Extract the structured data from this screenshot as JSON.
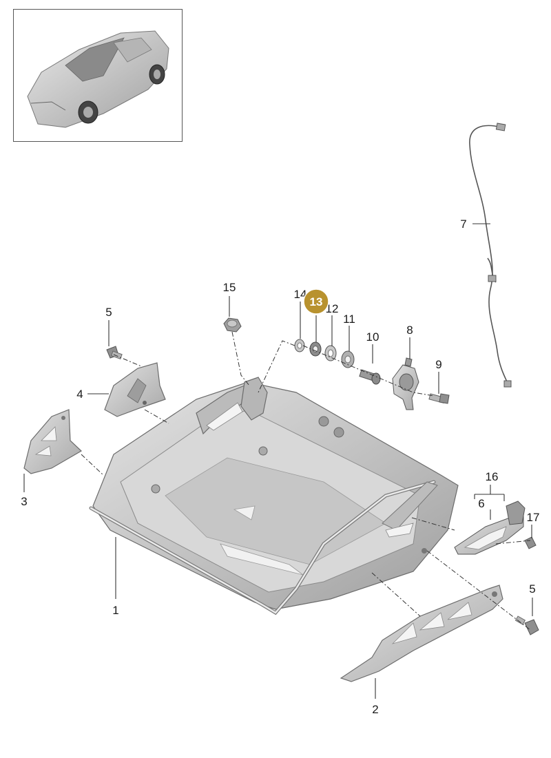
{
  "diagram": {
    "inset": {
      "subject": "car-thumbnail"
    },
    "callouts": [
      {
        "id": "c1",
        "label": "1"
      },
      {
        "id": "c2",
        "label": "2"
      },
      {
        "id": "c3",
        "label": "3"
      },
      {
        "id": "c4",
        "label": "4"
      },
      {
        "id": "c5a",
        "label": "5"
      },
      {
        "id": "c5b",
        "label": "5"
      },
      {
        "id": "c6",
        "label": "6"
      },
      {
        "id": "c7",
        "label": "7"
      },
      {
        "id": "c8",
        "label": "8"
      },
      {
        "id": "c9",
        "label": "9"
      },
      {
        "id": "c10",
        "label": "10"
      },
      {
        "id": "c11",
        "label": "11"
      },
      {
        "id": "c12",
        "label": "12"
      },
      {
        "id": "c13",
        "label": "13"
      },
      {
        "id": "c14",
        "label": "14"
      },
      {
        "id": "c15",
        "label": "15"
      },
      {
        "id": "c16",
        "label": "16"
      },
      {
        "id": "c17",
        "label": "17"
      }
    ],
    "highlighted": "13",
    "colors": {
      "highlight": "#b8922e",
      "part_fill": "#cfcfcf",
      "part_dark": "#a9a9a9",
      "line": "#333333"
    }
  }
}
